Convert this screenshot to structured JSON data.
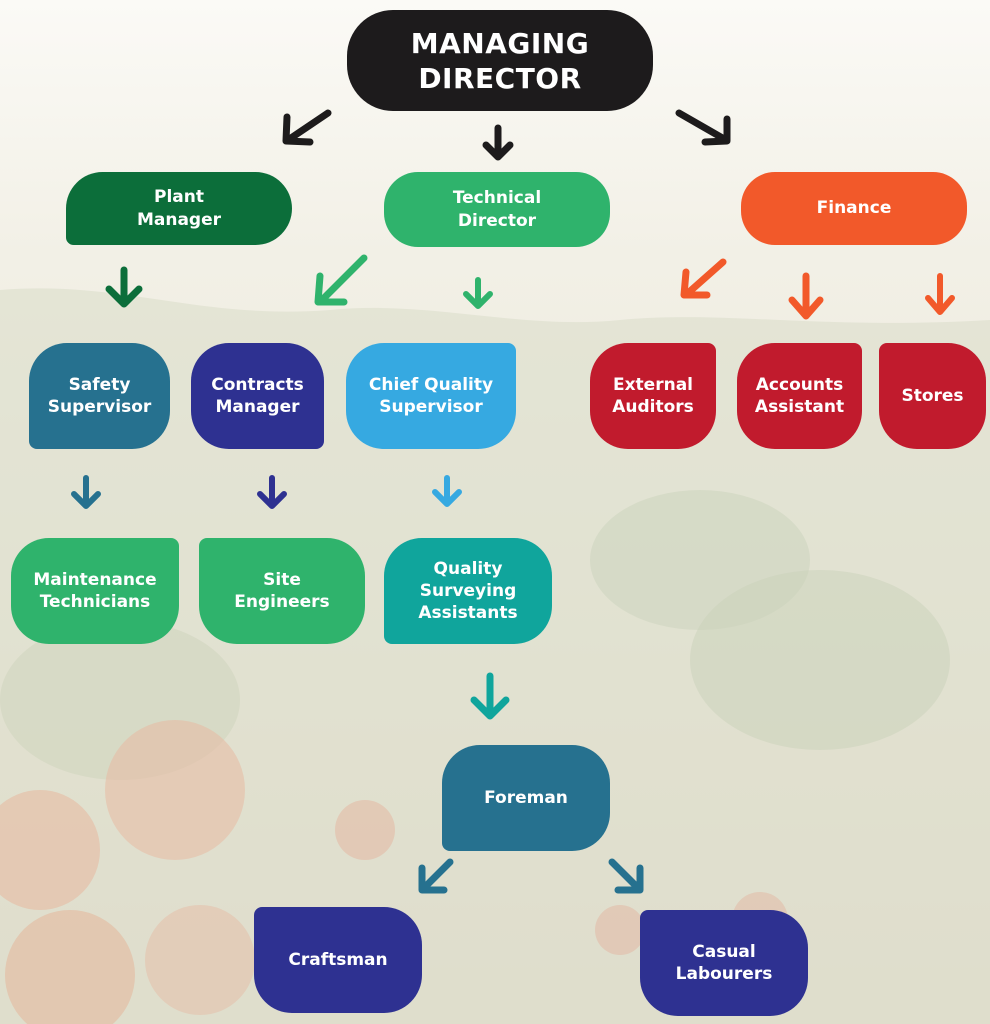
{
  "nodes": {
    "managing_director": "MANAGING\nDIRECTOR",
    "plant_manager": "Plant\nManager",
    "technical_director": "Technical\nDirector",
    "finance": "Finance",
    "safety_supervisor": "Safety\nSupervisor",
    "contracts_manager": "Contracts\nManager",
    "chief_quality_supervisor": "Chief Quality\nSupervisor",
    "external_auditors": "External\nAuditors",
    "accounts_assistant": "Accounts\nAssistant",
    "stores": "Stores",
    "maintenance_technicians": "Maintenance\nTechnicians",
    "site_engineers": "Site\nEngineers",
    "quality_surveying_assistants": "Quality\nSurveying\nAssistants",
    "foreman": "Foreman",
    "craftsman": "Craftsman",
    "casual_labourers": "Casual\nLabourers"
  },
  "colors": {
    "black": "#1d1b1c",
    "dark_green": "#0c6e3a",
    "green": "#2fb36c",
    "orange": "#f2592a",
    "teal_blue": "#26718f",
    "indigo": "#2e3191",
    "sky_blue": "#36a9e1",
    "red": "#c11b2d",
    "teal": "#10a59c",
    "navy": "#2e3191"
  }
}
